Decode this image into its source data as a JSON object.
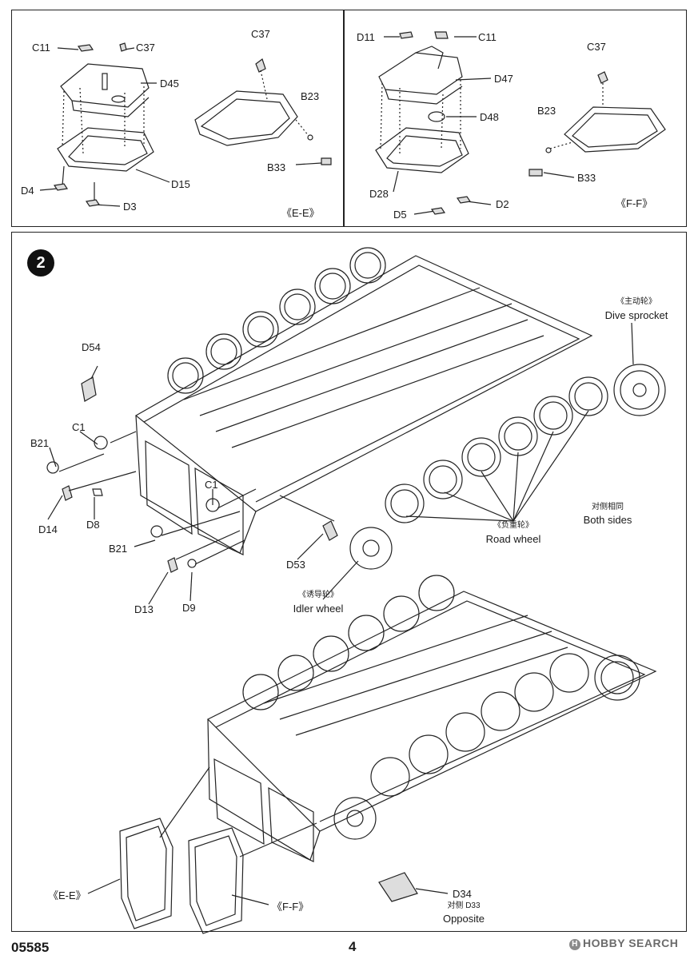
{
  "panel_ee": {
    "labels": {
      "c11": "C11",
      "c37": "C37",
      "d45": "D45",
      "d4": "D4",
      "d15": "D15",
      "d3": "D3",
      "c37b": "C37",
      "b23": "B23",
      "b33": "B33"
    },
    "view_tag": "《E-E》"
  },
  "panel_ff": {
    "labels": {
      "d11": "D11",
      "c11": "C11",
      "d47": "D47",
      "d48": "D48",
      "d28": "D28",
      "d2": "D2",
      "d5": "D5",
      "c37": "C37",
      "b23": "B23",
      "b33": "B33"
    },
    "view_tag": "《F-F》"
  },
  "step": {
    "number": "2",
    "labels": {
      "d54": "D54",
      "c1a": "C1",
      "b21a": "B21",
      "d14": "D14",
      "d8": "D8",
      "c1b": "C1",
      "b21b": "B21",
      "d13": "D13",
      "d9": "D9",
      "d53": "D53",
      "sprocket_cn": "《主动轮》",
      "sprocket_en": "Dive sprocket",
      "both_cn": "对侧相同",
      "both_en": "Both sides",
      "road_cn": "《负重轮》",
      "road_en": "Road wheel",
      "idler_cn": "《诱导轮》",
      "idler_en": "Idler wheel",
      "ee_tag": "《E-E》",
      "ff_tag": "《F-F》",
      "d34": "D34",
      "opp_cn": "对侧 D33",
      "opp_en": "Opposite"
    }
  },
  "footer": {
    "code": "05585",
    "page": "4",
    "watermark": "HOBBY SEARCH",
    "watermark_icon": "H"
  }
}
